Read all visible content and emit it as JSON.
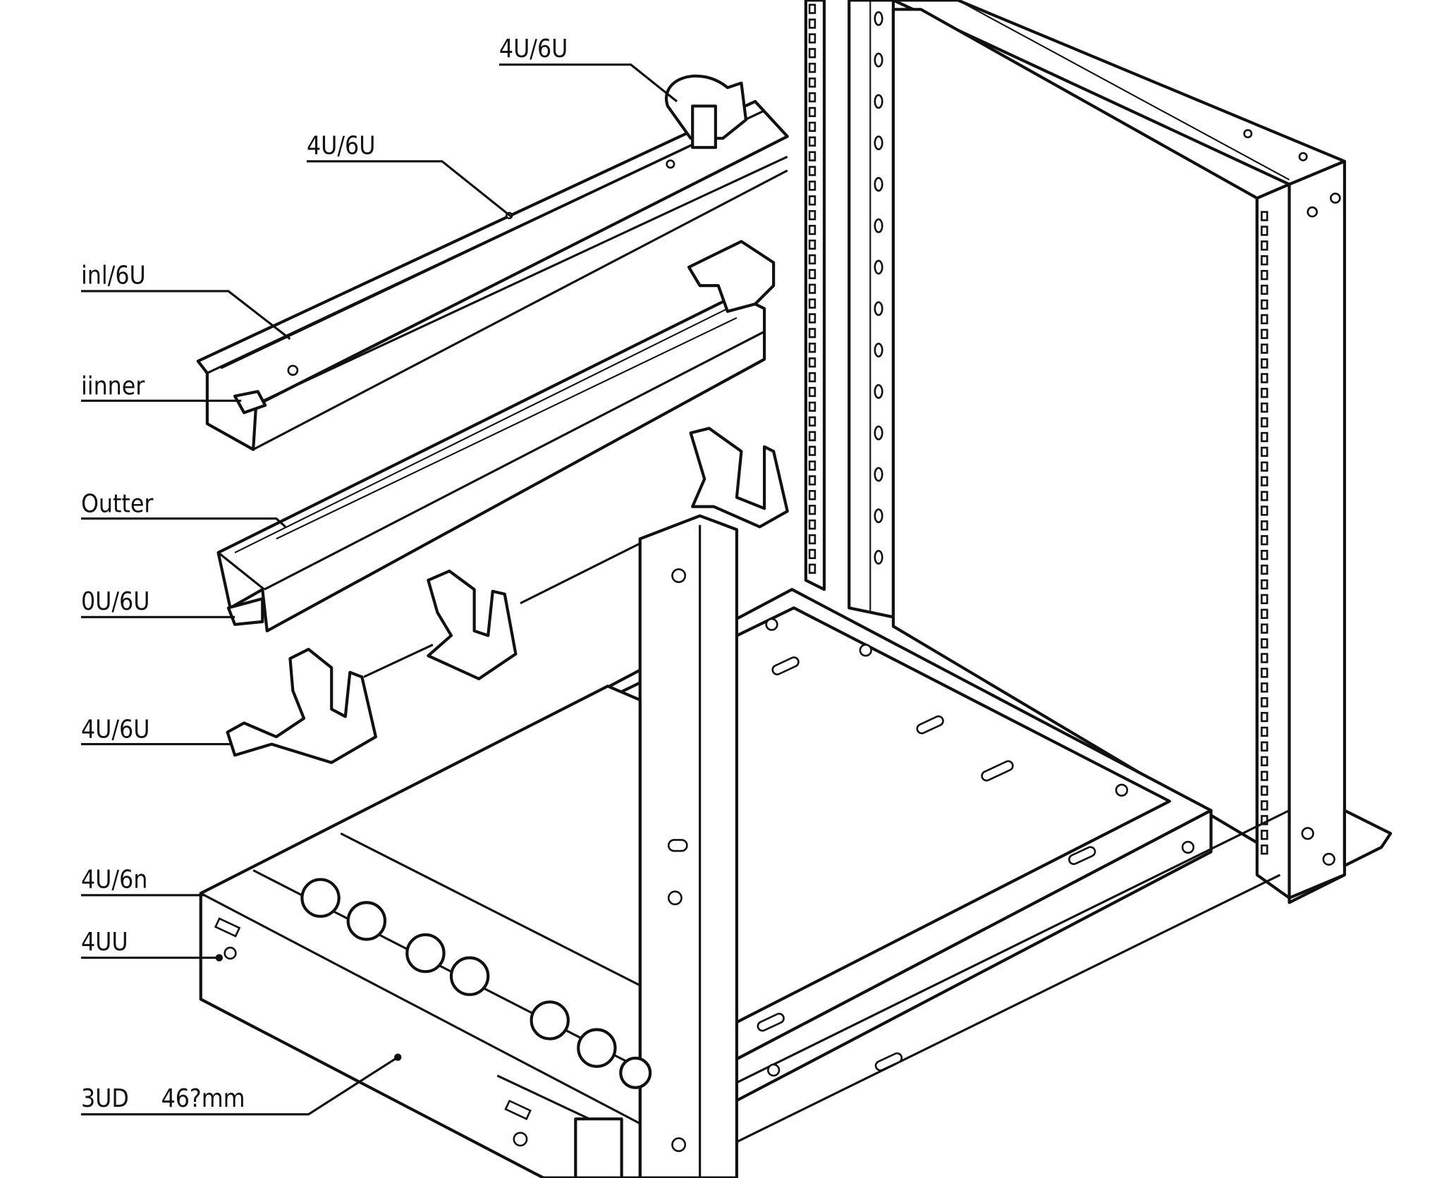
{
  "labels": [
    {
      "id": "top-rail-bracket",
      "text": "4U/6U"
    },
    {
      "id": "top-rail",
      "text": "4U/6U"
    },
    {
      "id": "inner-rail-size",
      "text": "inl/6U"
    },
    {
      "id": "inner",
      "text": "iinner"
    },
    {
      "id": "outer",
      "text": "Outter"
    },
    {
      "id": "outer-rail-size",
      "text": "0U/6U"
    },
    {
      "id": "bracket",
      "text": "4U/6U"
    },
    {
      "id": "chassis-top",
      "text": "4U/6n"
    },
    {
      "id": "chassis-front",
      "text": "4UU"
    },
    {
      "id": "chassis-height",
      "text": "3UD"
    },
    {
      "id": "chassis-depth",
      "text": "46?mm"
    }
  ],
  "colors": {
    "line": "#111111",
    "background": "#ffffff"
  }
}
